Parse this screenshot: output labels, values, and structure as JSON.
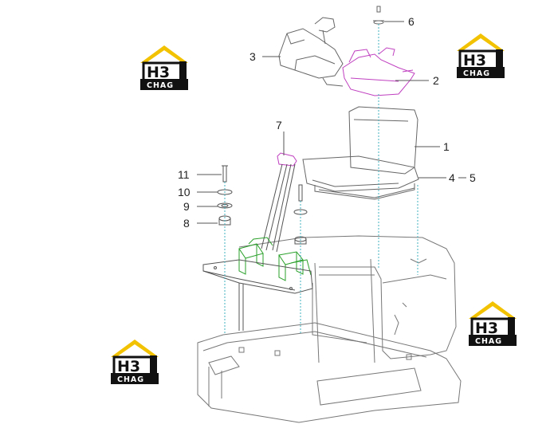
{
  "diagram": {
    "callouts": [
      {
        "id": "c1",
        "label": "1"
      },
      {
        "id": "c2",
        "label": "2"
      },
      {
        "id": "c3",
        "label": "3"
      },
      {
        "id": "c4",
        "label": "4"
      },
      {
        "id": "c5",
        "label": "5"
      },
      {
        "id": "c6",
        "label": "6"
      },
      {
        "id": "c7",
        "label": "7"
      },
      {
        "id": "c8",
        "label": "8"
      },
      {
        "id": "c9",
        "label": "9"
      },
      {
        "id": "c10",
        "label": "10"
      },
      {
        "id": "c11",
        "label": "11"
      }
    ]
  },
  "watermark": {
    "top_text": "H3",
    "bottom_text": "CHAG",
    "colors": {
      "roof": "#f2c200",
      "frame": "#111111",
      "accent": "#f2c200"
    }
  },
  "colors": {
    "line": "#666666",
    "armrest_highlight": "#c040c0",
    "console_highlight": "#2aa02a",
    "lever_highlight": "#c040c0",
    "dashed_guides": "#40b0c0"
  }
}
